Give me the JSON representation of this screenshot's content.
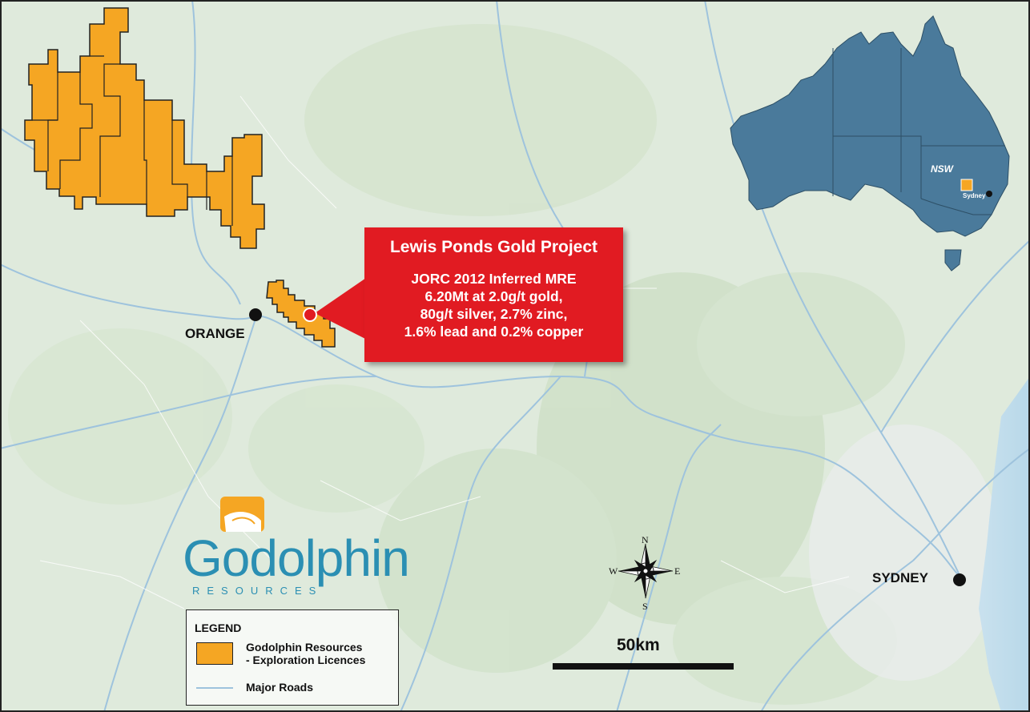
{
  "callout": {
    "title": "Lewis Ponds Gold Project",
    "lines": [
      "JORC 2012 Inferred MRE",
      "6.20Mt at 2.0g/t gold,",
      "80g/t silver, 2.7% zinc,",
      "1.6% lead and 0.2% copper"
    ]
  },
  "places": {
    "orange": "ORANGE",
    "sydney": "SYDNEY"
  },
  "inset": {
    "state": "NSW",
    "city": "Sydney"
  },
  "logo": {
    "name": "Godolphin",
    "tagline": "RESOURCES"
  },
  "legend": {
    "title": "LEGEND",
    "licences": "Godolphin Resources - Exploration Licences",
    "licences_line1": "Godolphin Resources",
    "licences_line2": "- Exploration Licences",
    "roads": "Major Roads"
  },
  "scale": {
    "label": "50km"
  },
  "compass": {
    "n": "N",
    "s": "S",
    "e": "E",
    "w": "W"
  },
  "colors": {
    "licence_fill": "#f5a623",
    "callout": "#e11b22",
    "australia": "#4a7a9b",
    "roads": "#9ec3dd",
    "map_bg": "#dfeadc",
    "logo": "#2b8fb3"
  }
}
